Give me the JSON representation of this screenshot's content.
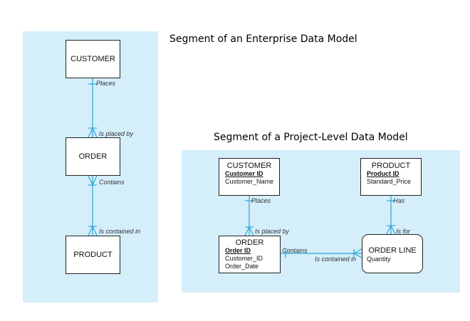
{
  "titles": {
    "enterprise": "Segment of an Enterprise Data Model",
    "project": "Segment of a Project-Level Data Model"
  },
  "enterprise": {
    "customer": "CUSTOMER",
    "order": "ORDER",
    "product": "PRODUCT",
    "rel_places": "Places",
    "rel_is_placed_by": "Is placed by",
    "rel_contains": "Contains",
    "rel_is_contained_in": "Is contained in"
  },
  "project": {
    "customer": {
      "name": "CUSTOMER",
      "key": "Customer ID",
      "attrs": [
        "Customer_Name"
      ]
    },
    "product": {
      "name": "PRODUCT",
      "key": "Product ID",
      "attrs": [
        "Standard_Price"
      ]
    },
    "order": {
      "name": "ORDER",
      "key": "Order ID",
      "attrs": [
        "Customer_ID",
        "Order_Date"
      ]
    },
    "order_line": {
      "name": "ORDER LINE",
      "attrs": [
        "Quantity"
      ]
    },
    "rel_places": "Places",
    "rel_is_placed_by": "Is placed by",
    "rel_has": "Has",
    "rel_is_for": "Is for",
    "rel_contains": "Contains",
    "rel_is_contained_in": "Is contained in"
  },
  "colors": {
    "panel": "#d4eefa",
    "line": "#2aa7d8"
  }
}
